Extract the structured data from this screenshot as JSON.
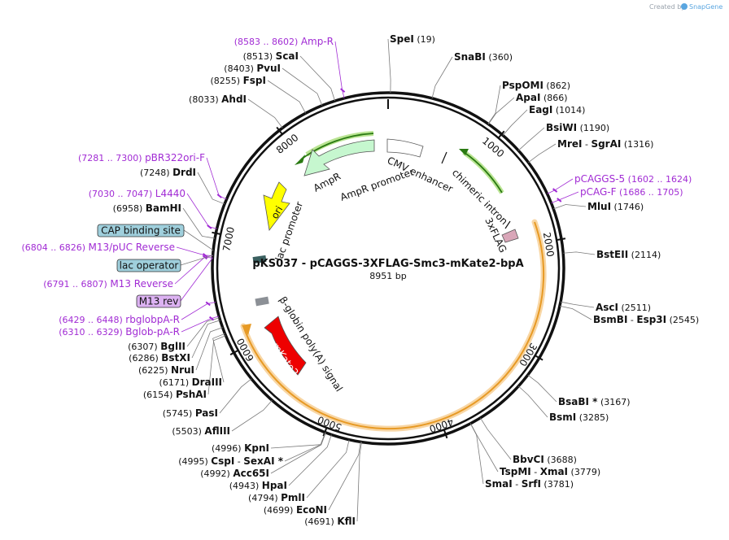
{
  "credit": {
    "text": "Created by",
    "brand": "SnapGene"
  },
  "plasmid": {
    "name": "pKS037 - pCAGGS-3XFLAG-Smc3-mKate2-bpA",
    "length": "8951 bp",
    "total_bp": 8951
  },
  "ticks": [
    "1000",
    "2000",
    "3000",
    "4000",
    "5000",
    "6000",
    "7000",
    "8000"
  ],
  "enzymes": [
    {
      "name": "SpeI",
      "pos": "(19)"
    },
    {
      "name": "SnaBI",
      "pos": "(360)"
    },
    {
      "name": "PspOMI",
      "pos": "(862)"
    },
    {
      "name": "ApaI",
      "pos": "(866)"
    },
    {
      "name": "EagI",
      "pos": "(1014)"
    },
    {
      "name": "BsiWI",
      "pos": "(1190)"
    },
    {
      "name": "MreI",
      "sep": "-",
      "name2": "SgrAI",
      "pos": "(1316)"
    },
    {
      "name": "MluI",
      "pos": "(1746)"
    },
    {
      "name": "BstEII",
      "pos": "(2114)"
    },
    {
      "name": "AscI",
      "pos": "(2511)"
    },
    {
      "name": "BsmBI",
      "sep": "-",
      "name2": "Esp3I",
      "pos": "(2545)"
    },
    {
      "name": "BsaBI *",
      "pos": "(3167)"
    },
    {
      "name": "BsmI",
      "pos": "(3285)"
    },
    {
      "name": "BbvCI",
      "pos": "(3688)"
    },
    {
      "name": "TspMI",
      "sep": "-",
      "name2": "XmaI",
      "pos": "(3779)"
    },
    {
      "name": "SmaI",
      "sep": "-",
      "name2": "SrfI",
      "pos": "(3781)"
    },
    {
      "name": "KflI",
      "pos": "(4691)"
    },
    {
      "name": "EcoNI",
      "pos": "(4699)"
    },
    {
      "name": "PmlI",
      "pos": "(4794)"
    },
    {
      "name": "HpaI",
      "pos": "(4943)"
    },
    {
      "name": "Acc65I",
      "pos": "(4992)"
    },
    {
      "name": "CspI",
      "sep": "-",
      "name2": "SexAI *",
      "pos": "(4995)"
    },
    {
      "name": "KpnI",
      "pos": "(4996)"
    },
    {
      "name": "AflIII",
      "pos": "(5503)"
    },
    {
      "name": "PasI",
      "pos": "(5745)"
    },
    {
      "name": "PshAI",
      "pos": "(6154)"
    },
    {
      "name": "DraIII",
      "pos": "(6171)"
    },
    {
      "name": "NruI",
      "pos": "(6225)"
    },
    {
      "name": "BstXI",
      "pos": "(6286)"
    },
    {
      "name": "BglII",
      "pos": "(6307)"
    },
    {
      "name": "BamHI",
      "pos": "(6958)"
    },
    {
      "name": "DrdI",
      "pos": "(7248)"
    },
    {
      "name": "AhdI",
      "pos": "(8033)"
    },
    {
      "name": "FspI",
      "pos": "(8255)"
    },
    {
      "name": "PvuI",
      "pos": "(8403)"
    },
    {
      "name": "ScaI",
      "pos": "(8513)"
    }
  ],
  "primers": [
    {
      "name": "Amp-R",
      "pos": "(8583 .. 8602)"
    },
    {
      "name": "pCAGGS-5",
      "pos": "(1602 .. 1624)"
    },
    {
      "name": "pCAG-F",
      "pos": "(1686 .. 1705)"
    },
    {
      "name": "pBR322ori-F",
      "pos": "(7281 .. 7300)"
    },
    {
      "name": "L4440",
      "pos": "(7030 .. 7047)"
    },
    {
      "name": "M13/pUC Reverse",
      "pos": "(6804 .. 6826)"
    },
    {
      "name": "M13 Reverse",
      "pos": "(6791 .. 6807)"
    },
    {
      "name": "rbglobpA-R",
      "pos": "(6429 .. 6448)"
    },
    {
      "name": "Bglob-pA-R",
      "pos": "(6310 .. 6329)"
    }
  ],
  "boxed_features": [
    {
      "name": "CAP binding site",
      "color": "#9fcfdc"
    },
    {
      "name": "lac operator",
      "color": "#9fcfdc"
    },
    {
      "name": "M13 rev",
      "color": "#dcb2f2"
    }
  ],
  "features": [
    {
      "name": "AmpR",
      "color": "#c6f7cf"
    },
    {
      "name": "AmpR promoter",
      "color": "#ffffff"
    },
    {
      "name": "ori",
      "color": "#ffff00"
    },
    {
      "name": "lac promoter",
      "color": "#ffffff"
    },
    {
      "name": "CMV enhancer",
      "color": "#ffffff"
    },
    {
      "name": "chimeric intron",
      "color": "#ffffff"
    },
    {
      "name": "3xFLAG",
      "color": "#d9a6b8"
    },
    {
      "name": "mKate2",
      "color": "#ee0000"
    },
    {
      "name": "β-globin poly(A) signal",
      "color": "#8c9096"
    }
  ]
}
